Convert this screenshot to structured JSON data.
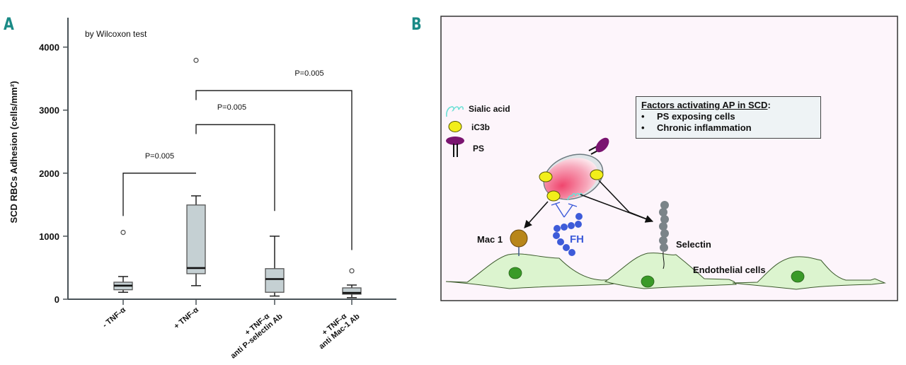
{
  "panels": {
    "a_letter": "A",
    "b_letter": "B"
  },
  "chart_data": {
    "type": "boxplot",
    "title": "",
    "subtitle": "by Wilcoxon test",
    "xlabel": "",
    "ylabel": "SCD RBCs Adhesion (cells/mm²)",
    "ylim": [
      0,
      4400
    ],
    "yticks": [
      0,
      1000,
      2000,
      3000,
      4000
    ],
    "ytick_labels": [
      "0",
      "1000",
      "2000",
      "3000",
      "4000"
    ],
    "grid": false,
    "categories": [
      {
        "line1": "- TNF-α",
        "line2": ""
      },
      {
        "line1": "+ TNF-α",
        "line2": ""
      },
      {
        "line1": "+ TNF-α",
        "line2": "anti P-selectin Ab"
      },
      {
        "line1": "+ TNF-α",
        "line2": "anti Mac-1 Ab"
      }
    ],
    "boxes": [
      {
        "whisker_low": 110,
        "q1": 150,
        "median": 215,
        "q3": 270,
        "whisker_high": 360,
        "outliers": [
          1060
        ]
      },
      {
        "whisker_low": 215,
        "q1": 405,
        "median": 495,
        "q3": 1495,
        "whisker_high": 1640,
        "outliers": [
          3790
        ]
      },
      {
        "whisker_low": 50,
        "q1": 110,
        "median": 320,
        "q3": 485,
        "whisker_high": 1000,
        "outliers": []
      },
      {
        "whisker_low": 25,
        "q1": 80,
        "median": 100,
        "q3": 180,
        "whisker_high": 225,
        "outliers": [
          450
        ]
      }
    ],
    "comparisons": [
      {
        "from": 0,
        "to": 1,
        "label": "P=0.005",
        "bar_level": 2000,
        "from_end": 1320,
        "to_end": 2000
      },
      {
        "from": 1,
        "to": 2,
        "label": "P=0.005",
        "bar_level": 2770,
        "from_end": 2620,
        "to_end": 1400
      },
      {
        "from": 1,
        "to": 3,
        "label": "P=0.005",
        "bar_level": 3310,
        "from_end": 3160,
        "to_end": 780
      }
    ],
    "colors": {
      "box_fill": "#c5d0d3",
      "box_stroke": "#555555",
      "axis": "#4a5358",
      "median": "#111111"
    }
  },
  "diagram": {
    "legend": [
      {
        "icon": "sialic-acid-icon",
        "label": "Sialic acid"
      },
      {
        "icon": "ic3b-icon",
        "label": "iC3b"
      },
      {
        "icon": "ps-icon",
        "label": "PS"
      }
    ],
    "factors_box": {
      "title": "Factors  activating AP in SCD",
      "title_suffix": ":",
      "bullets": [
        "PS exposing cells",
        "Chronic inflammation"
      ]
    },
    "labels": {
      "mac1": "Mac 1",
      "fh": "FH",
      "selectin": "Selectin",
      "endothelial": "Endothelial cells"
    },
    "colors": {
      "background": "#fdf5fb",
      "ic3b": "#f2ee1a",
      "ps": "#7a1470",
      "sialic": "#6fe0d6",
      "fh": "#3d5bd9",
      "mac1": "#b8861a",
      "selectin": "#7b8489",
      "cell_fill": "#dcf4cf",
      "nucleus": "#3a9a28"
    }
  }
}
